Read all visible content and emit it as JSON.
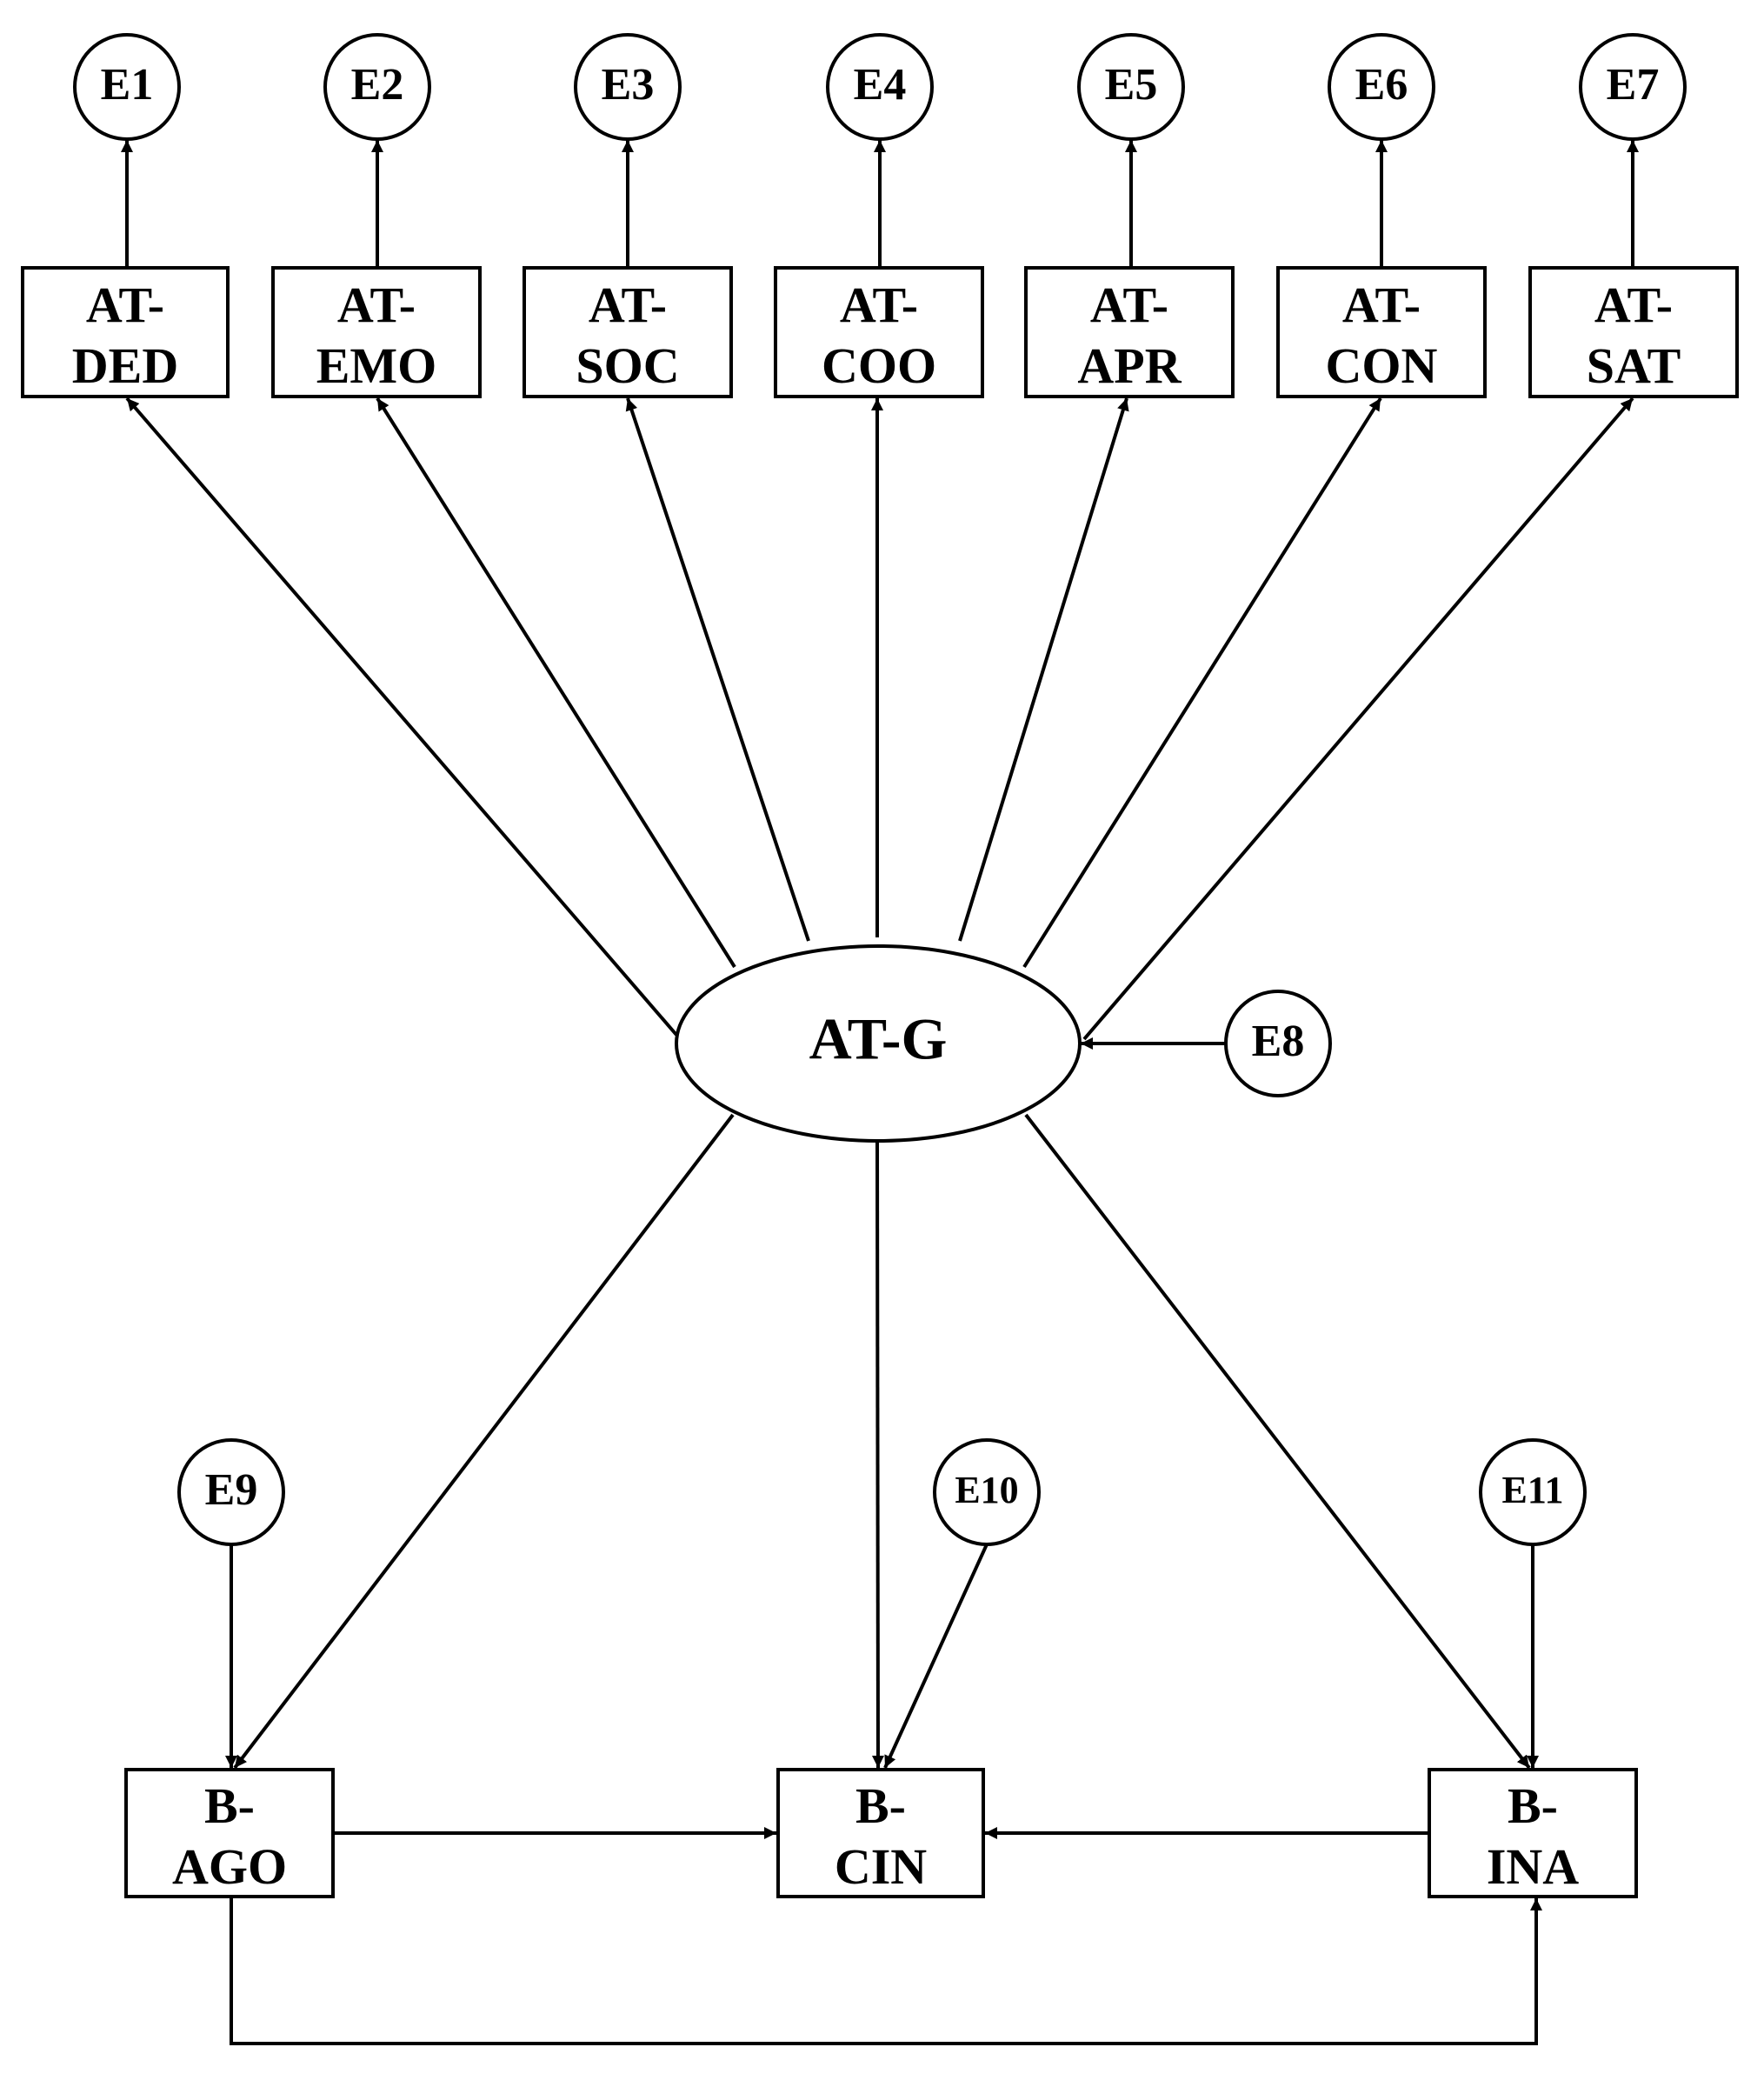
{
  "diagram": {
    "latent": {
      "label": "AT-G"
    },
    "latent_error": {
      "label": "E8"
    },
    "indicators": [
      {
        "line1": "AT-",
        "line2": "DED",
        "error": "E1"
      },
      {
        "line1": "AT-",
        "line2": "EMO",
        "error": "E2"
      },
      {
        "line1": "AT-",
        "line2": "SOC",
        "error": "E3"
      },
      {
        "line1": "AT-",
        "line2": "COO",
        "error": "E4"
      },
      {
        "line1": "AT-",
        "line2": "APR",
        "error": "E5"
      },
      {
        "line1": "AT-",
        "line2": "CON",
        "error": "E6"
      },
      {
        "line1": "AT-",
        "line2": "SAT",
        "error": "E7"
      }
    ],
    "outcomes": [
      {
        "line1": "B-",
        "line2": "AGO",
        "error": "E9"
      },
      {
        "line1": "B-",
        "line2": "CIN",
        "error": "E10"
      },
      {
        "line1": "B-",
        "line2": "INA",
        "error": "E11"
      }
    ],
    "colors": {
      "stroke": "#000000",
      "background": "#ffffff"
    }
  }
}
